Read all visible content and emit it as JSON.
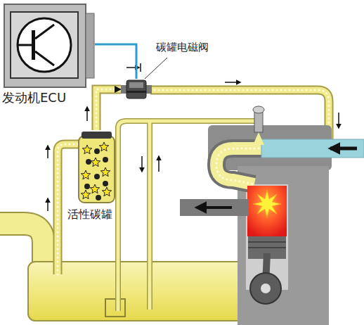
{
  "diagram": {
    "nodes": [
      {
        "text": [
          "发动机ECU"
        ]
      },
      {
        "text": [
          "碳罐电磁阀"
        ]
      },
      {
        "text": [
          "活性碳罐"
        ]
      }
    ],
    "edges": [
      {
        "from": 0,
        "to": 1,
        "arrow": "none"
      },
      {
        "from": 2,
        "to": 1,
        "arrow": "to"
      }
    ]
  }
}
